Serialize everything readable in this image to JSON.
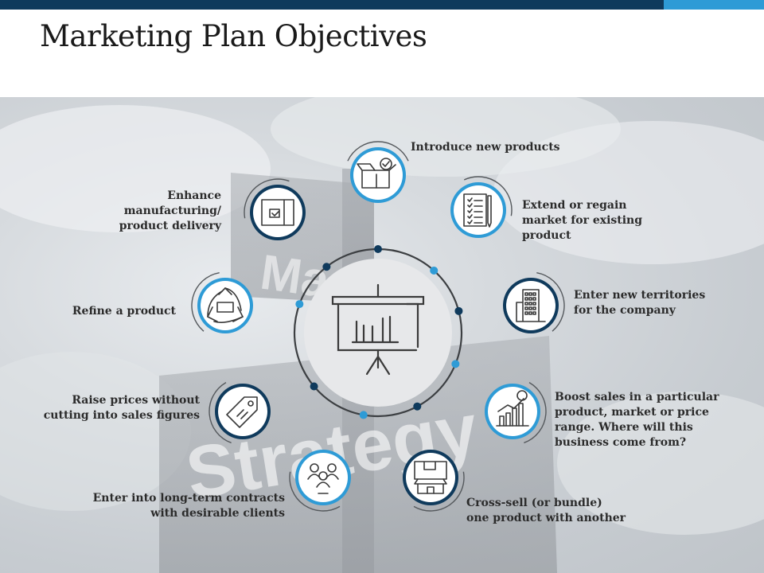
{
  "header": {
    "title": "Marketing Plan Objectives"
  },
  "background": {
    "sign_words": [
      "Ma",
      "Strategy"
    ]
  },
  "colors": {
    "dark_blue": "#0f3a5c",
    "light_blue": "#2e9bd6",
    "icon_stroke": "#3a3a3a"
  },
  "center": {
    "icon": "presentation-board-bar-chart-icon"
  },
  "objectives": [
    {
      "icon": "box-check-icon",
      "accent": "light",
      "lines": [
        "Introduce new products"
      ]
    },
    {
      "icon": "checklist-notebook-icon",
      "accent": "light",
      "lines": [
        "Extend or regain",
        "market for existing",
        "product"
      ]
    },
    {
      "icon": "office-building-icon",
      "accent": "dark",
      "lines": [
        "Enter new territories",
        "for the company"
      ]
    },
    {
      "icon": "growth-chart-dollar-icon",
      "accent": "light",
      "lines": [
        "Boost sales in a particular",
        "product, market or price",
        "range. Where will this",
        "business come from?"
      ]
    },
    {
      "icon": "store-package-icon",
      "accent": "dark",
      "lines": [
        "Cross-sell (or bundle)",
        "one product with another"
      ]
    },
    {
      "icon": "people-group-icon",
      "accent": "light",
      "lines": [
        "Enter into long-term contracts",
        "with desirable clients"
      ]
    },
    {
      "icon": "price-tag-icon",
      "accent": "dark",
      "lines": [
        "Raise prices without",
        "cutting into sales figures"
      ]
    },
    {
      "icon": "recycle-box-icon",
      "accent": "light",
      "lines": [
        "Refine a product"
      ]
    },
    {
      "icon": "package-delivery-icon",
      "accent": "dark",
      "lines": [
        "Enhance",
        "manufacturing/",
        "product delivery"
      ]
    }
  ]
}
